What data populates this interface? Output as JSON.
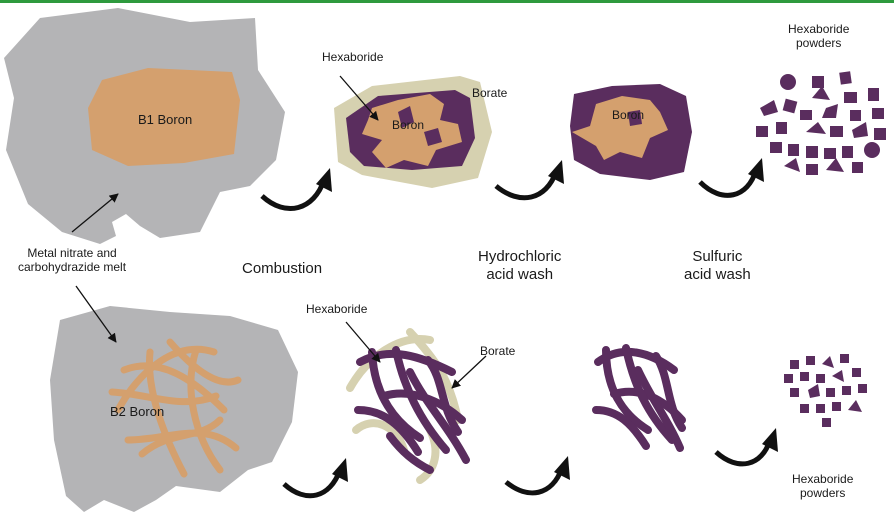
{
  "labels": {
    "b1_boron": "B1 Boron",
    "b2_boron": "B2 Boron",
    "melt_line1": "Metal nitrate and",
    "melt_line2": "carbohydrazide melt",
    "combustion": "Combustion",
    "hcl_line1": "Hydrochloric",
    "hcl_line2": "acid wash",
    "h2so4_line1": "Sulfuric",
    "h2so4_line2": "acid wash",
    "top_hexaboride": "Hexaboride",
    "top_borate": "Borate",
    "top_boron_1": "Boron",
    "top_boron_2": "Boron",
    "top_powders_line1": "Hexaboride",
    "top_powders_line2": "powders",
    "bottom_hexaboride": "Hexaboride",
    "bottom_borate": "Borate",
    "bottom_powders_line1": "Hexaboride",
    "bottom_powders_line2": "powders"
  },
  "colors": {
    "melt_gray": "#b4b4b6",
    "boron_tan": "#d4a06e",
    "hexaboride_purple": "#5a2d5e",
    "borate_beige": "#d6d1b0",
    "arrow_black": "#111111",
    "header_green": "#2e9a3e"
  }
}
